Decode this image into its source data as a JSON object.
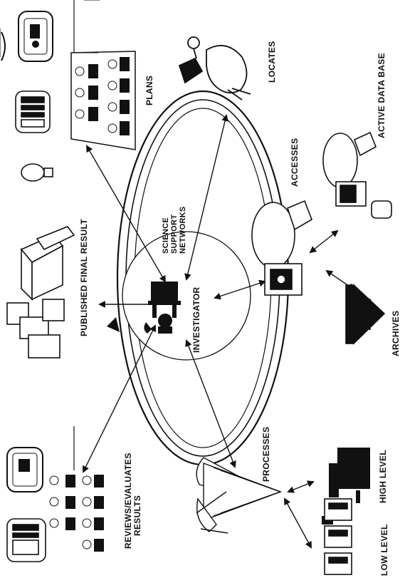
{
  "diagram": {
    "center": {
      "label": "INVESTIGATOR",
      "ring_label": [
        "SCIENCE",
        "SUPPORT",
        "NETWORKS"
      ]
    },
    "activities": {
      "plans": "PLANS",
      "locates": "LOCATES",
      "accesses": "ACCESSES",
      "active_data_base": "ACTIVE DATA BASE",
      "archives": "ARCHIVES",
      "processes": "PROCESSES",
      "high_level": "HIGH LEVEL",
      "low_level": "LOW LEVEL",
      "reviews": [
        "REVIEWS/EVALUATES",
        "RESULTS"
      ],
      "published": "PUBLISHED FINAL RESULT"
    },
    "colors": {
      "ink": "#111111",
      "paper": "#ffffff"
    }
  }
}
